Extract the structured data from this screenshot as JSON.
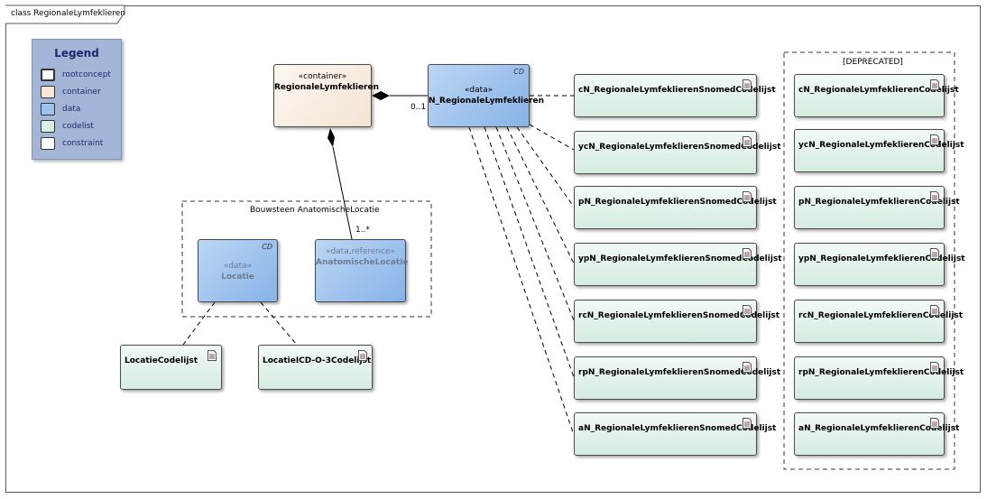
{
  "diagram": {
    "frame_label": "class RegionaleLymfeklieren"
  },
  "legend": {
    "title": "Legend",
    "items": [
      {
        "label": "rootconcept",
        "color": "#ffffff"
      },
      {
        "label": "container",
        "color": "#f6e7da"
      },
      {
        "label": "data",
        "color": "#9cc3ee"
      },
      {
        "label": "codelist",
        "color": "#d8efe2"
      },
      {
        "label": "constraint",
        "color": "#ffffff"
      }
    ]
  },
  "container": {
    "stereotype": "«container»",
    "name": "RegionaleLymfeklieren"
  },
  "data_class": {
    "stereotype": "«data»",
    "name": "N_RegionaleLymfeklieren",
    "tag": "CD",
    "multiplicity": "0..1"
  },
  "package": {
    "title": "Bouwsteen AnatomischeLocatie",
    "locatie": {
      "stereotype": "«data»",
      "name": "Locatie",
      "tag": "CD"
    },
    "anatomische": {
      "stereotype": "«data,reference»",
      "name": "AnatomischeLocatie",
      "multiplicity": "1..*"
    }
  },
  "codelists_left": [
    {
      "name": "LocatieCodelijst"
    },
    {
      "name": "LocatieICD-O-3Codelijst"
    }
  ],
  "codelists_snomed": [
    {
      "name": "cN_RegionaleLymfeklierenSnomedCodelijst"
    },
    {
      "name": "ycN_RegionaleLymfeklierenSnomedCodelijst"
    },
    {
      "name": "pN_RegionaleLymfeklierenSnomedCodelijst"
    },
    {
      "name": "ypN_RegionaleLymfeklierenSnomedCodelijst"
    },
    {
      "name": "rcN_RegionaleLymfeklierenSnomedCodelijst"
    },
    {
      "name": "rpN_RegionaleLymfeklierenSnomedCodelijst"
    },
    {
      "name": "aN_RegionaleLymfeklierenSnomedCodelijst"
    }
  ],
  "deprecated": {
    "title": "[DEPRECATED]",
    "items": [
      {
        "name": "cN_RegionaleLymfeklierenCodelijst"
      },
      {
        "name": "ycN_RegionaleLymfeklierenCodelijst"
      },
      {
        "name": "pN_RegionaleLymfeklierenCodelijst"
      },
      {
        "name": "ypN_RegionaleLymfeklierenCodelijst"
      },
      {
        "name": "rcN_RegionaleLymfeklierenCodelijst"
      },
      {
        "name": "rpN_RegionaleLymfeklierenCodelijst"
      },
      {
        "name": "aN_RegionaleLymfeklierenCodelijst"
      }
    ]
  }
}
